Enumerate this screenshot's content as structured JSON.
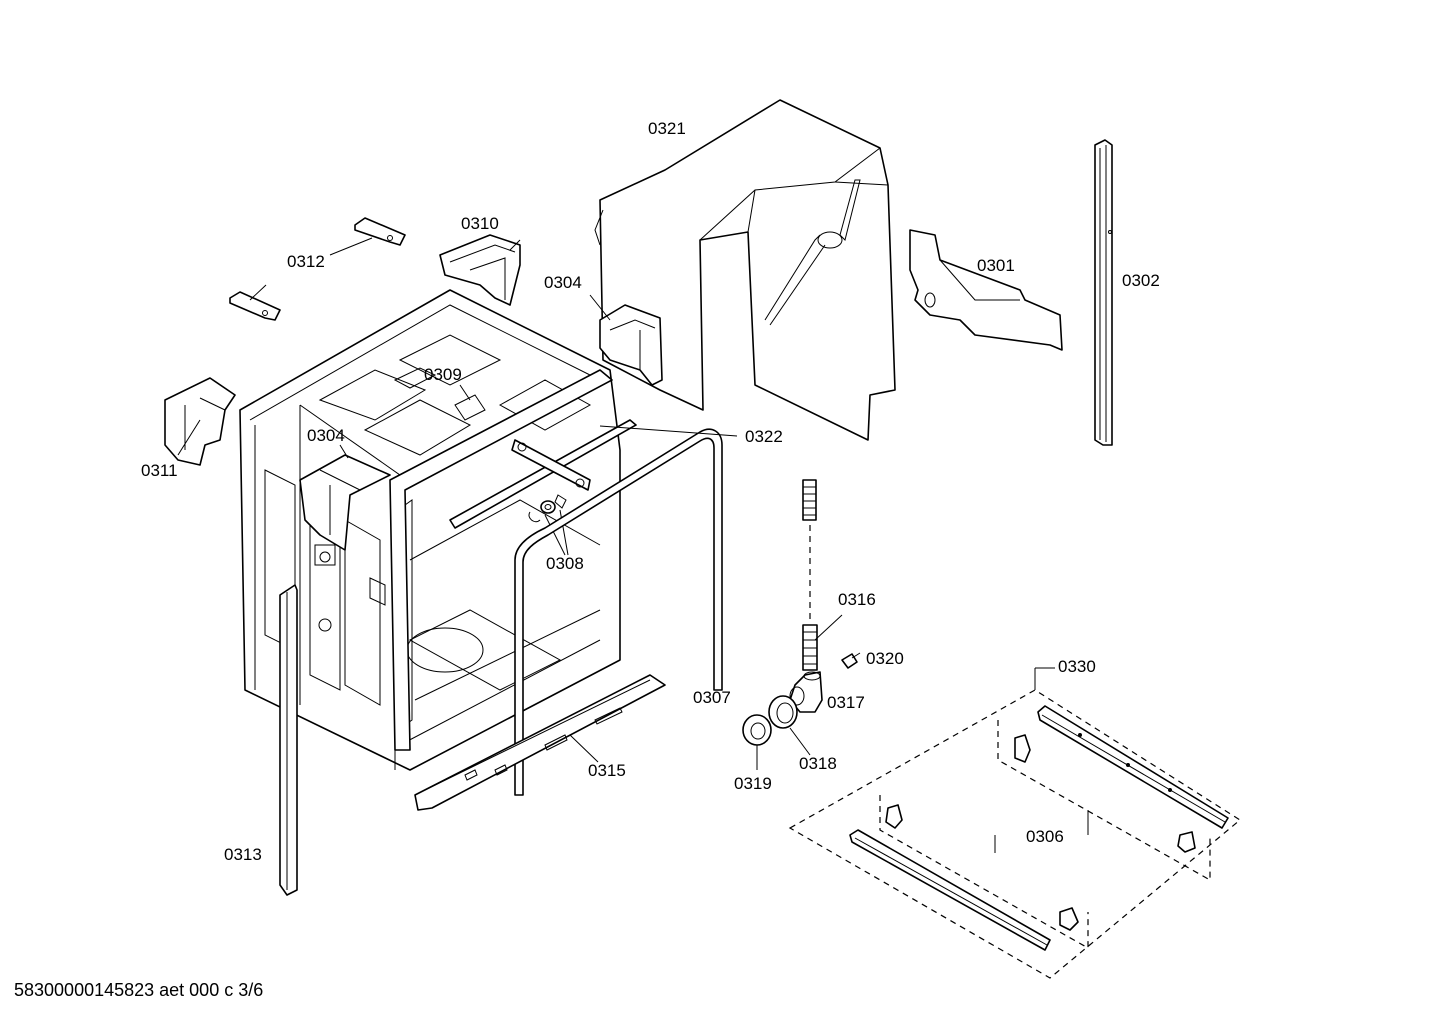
{
  "labels": {
    "p0321": "0321",
    "p0302": "0302",
    "p0301": "0301",
    "p0310": "0310",
    "p0312": "0312",
    "p0304a": "0304",
    "p0304b": "0304",
    "p0309": "0309",
    "p0311": "0311",
    "p0322": "0322",
    "p0308": "0308",
    "p0316": "0316",
    "p0320": "0320",
    "p0317": "0317",
    "p0318": "0318",
    "p0319": "0319",
    "p0307": "0307",
    "p0315": "0315",
    "p0313": "0313",
    "p0330": "0330",
    "p0306": "0306"
  },
  "footer": "58300000145823 aet 000 c 3/6"
}
